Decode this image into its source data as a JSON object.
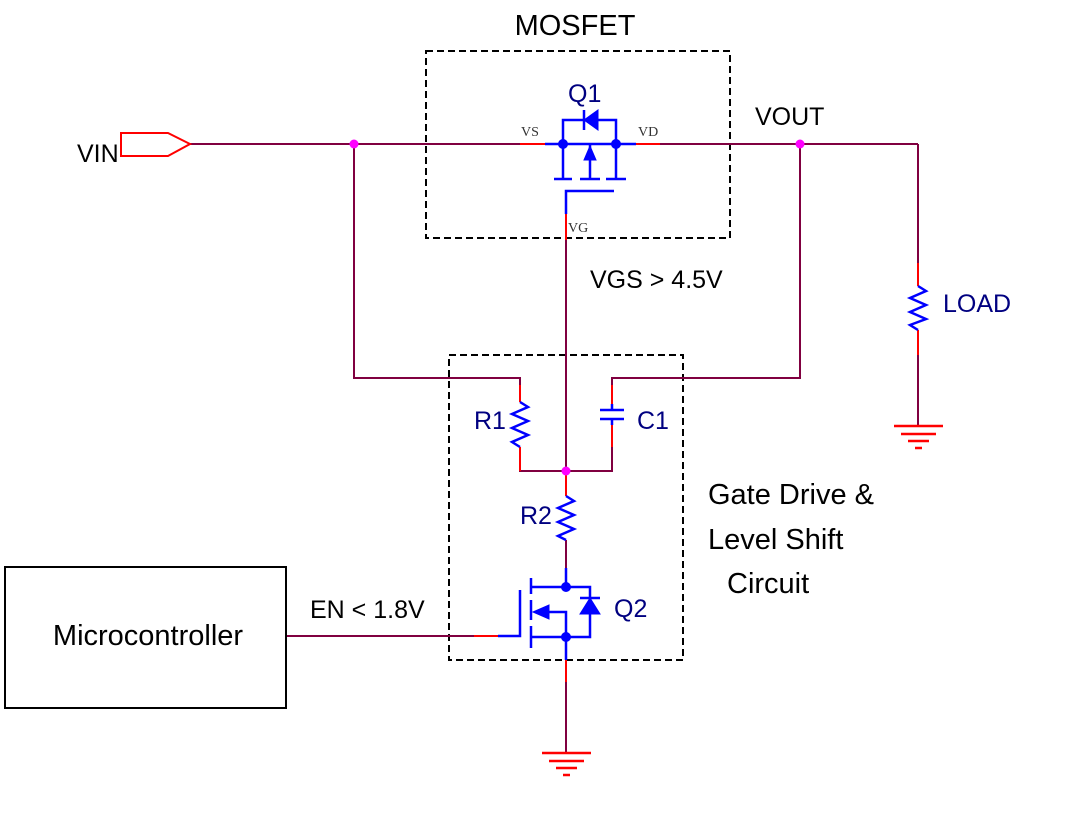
{
  "diagram": {
    "type": "circuit-schematic",
    "blocks": {
      "mosfet_block": {
        "title": "MOSFET"
      },
      "gate_drive_block": {
        "title_lines": [
          "Gate Drive &",
          "Level Shift",
          "Circuit"
        ]
      },
      "microcontroller": {
        "label": "Microcontroller"
      }
    },
    "components": {
      "q1": {
        "ref": "Q1",
        "pins": {
          "source": "VS",
          "drain": "VD",
          "gate": "VG"
        }
      },
      "q2": {
        "ref": "Q2"
      },
      "r1": {
        "ref": "R1"
      },
      "r2": {
        "ref": "R2"
      },
      "c1": {
        "ref": "C1"
      },
      "load": {
        "ref": "LOAD"
      }
    },
    "nets": {
      "vin": "VIN",
      "vout": "VOUT",
      "vgs_note": "VGS > 4.5V",
      "en_note": "EN < 1.8V"
    },
    "colors": {
      "wire": "#800040",
      "pin": "#ff0000",
      "symbol": "#0000ff",
      "junction": "#ff00ff",
      "ref_text": "#000080",
      "outline": "#000000"
    }
  }
}
